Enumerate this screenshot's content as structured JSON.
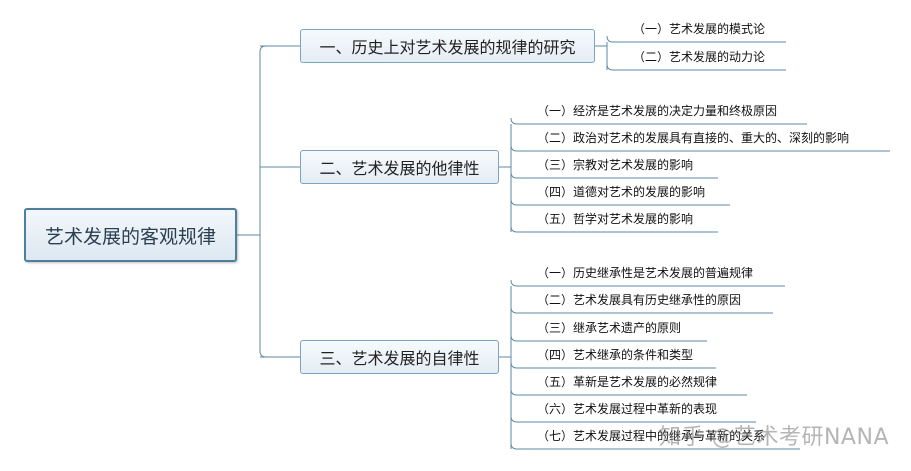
{
  "root": {
    "label": "艺术发展的客观规律"
  },
  "branches": [
    {
      "label": "一、历史上对艺术发展的规律的研究",
      "children": [
        "（一）艺术发展的模式论",
        "（二）艺术发展的动力论"
      ]
    },
    {
      "label": "二、艺术发展的他律性",
      "children": [
        "（一）经济是艺术发展的决定力量和终极原因",
        "（二）政治对艺术的发展具有直接的、重大的、深刻的影响",
        "（三）宗教对艺术发展的影响",
        "（四）道德对艺术的发展的影响",
        "（五）哲学对艺术发展的影响"
      ]
    },
    {
      "label": "三、艺术发展的自律性",
      "children": [
        "（一）历史继承性是艺术发展的普遍规律",
        "（二）艺术发展具有历史继承性的原因",
        "（三）继承艺术遗产的原则",
        "（四）艺术继承的条件和类型",
        "（五）革新是艺术发展的必然规律",
        "（六）艺术发展过程中革新的表现",
        "（七）艺术发展过程中的继承与革新的关系"
      ]
    }
  ],
  "watermark": "知乎 @艺术考研NANA",
  "colors": {
    "connector": "#5f8aa6",
    "root_border": "#4f7f9c",
    "branch_border": "#7ea3bd"
  }
}
